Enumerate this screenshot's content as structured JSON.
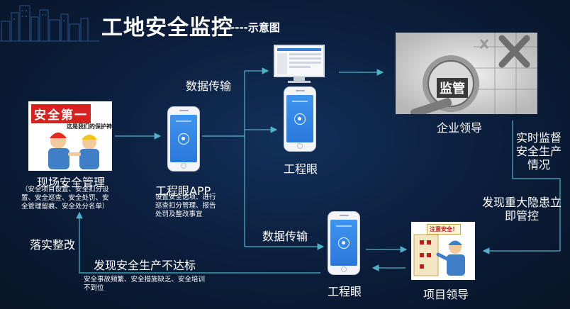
{
  "title": "工地安全监控",
  "subtitle": "----示意图",
  "nodes": {
    "site": {
      "label": "现场安全管理",
      "desc": "（安全项目设置、安全扣分设置、安全巡查、安全处罚、安全管理留痕、安全处分名单）",
      "banner": "安全第一",
      "banner_sub": "这是我们的保护神"
    },
    "app": {
      "label": "工程眼APP",
      "desc": "设置安全选项、进行巡查扣分管理、报告处罚及整改事宜"
    },
    "eye_top": {
      "label": "工程眼"
    },
    "eye_bottom": {
      "label": "工程眼"
    },
    "enterprise": {
      "label": "企业领导",
      "badge": "监管"
    },
    "project": {
      "label": "项目领导",
      "sign": "注意安全！"
    }
  },
  "edges": {
    "data_top": "数据传输",
    "data_bottom": "数据传输",
    "realtime": "实时监督安全生产情况",
    "hazard": "发现重大隐患立即管控",
    "substandard": "发现安全生产不达标",
    "substandard_desc": "安全事故频繁、安全措施缺乏、安全培训不到位",
    "rectify": "落实整改"
  },
  "colors": {
    "background": "#0b1d3a",
    "line": "#4fb3c8",
    "accent": "#2a78dc"
  }
}
